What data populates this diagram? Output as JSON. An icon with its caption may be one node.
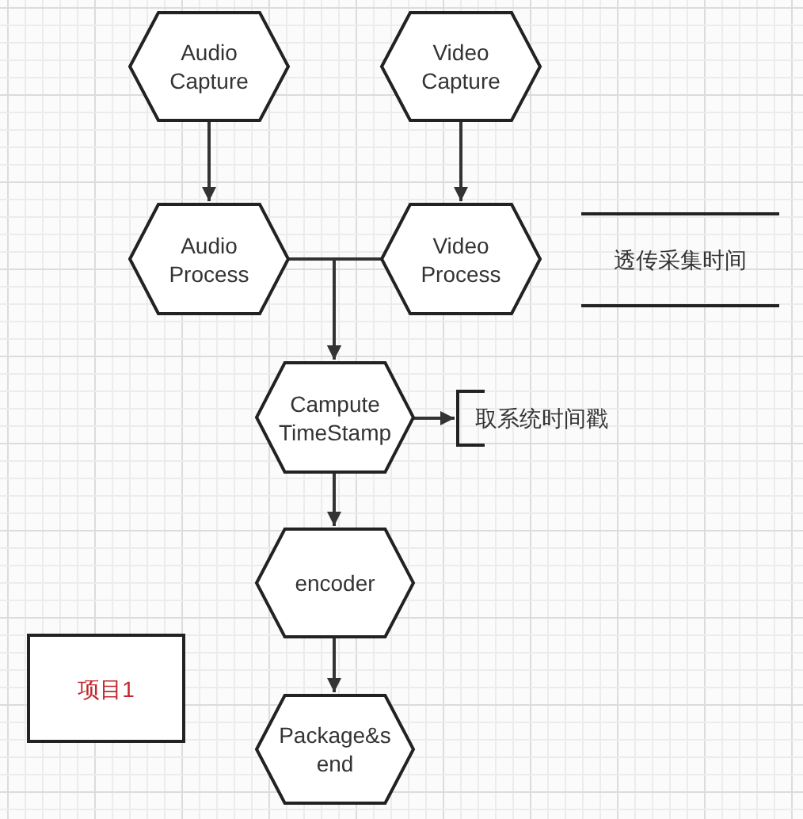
{
  "diagram": {
    "nodes": [
      {
        "text": [
          "Audio Capture"
        ]
      },
      {
        "text": [
          "Video Capture"
        ]
      },
      {
        "text": [
          "Audio Process"
        ]
      },
      {
        "text": [
          "Video Process"
        ]
      },
      {
        "text": [
          "Campute TimeStamp"
        ]
      },
      {
        "text": [
          "取系统时间戳"
        ]
      },
      {
        "text": [
          "encoder"
        ]
      },
      {
        "text": [
          "Package&send"
        ]
      },
      {
        "text": [
          "透传采集时间"
        ]
      },
      {
        "text": [
          "项目1"
        ]
      }
    ],
    "edges": [
      {
        "from": 0,
        "to": 2,
        "arrow": "to"
      },
      {
        "from": 1,
        "to": 3,
        "arrow": "to"
      },
      {
        "from": 2,
        "to": 4,
        "arrow": "to"
      },
      {
        "from": 3,
        "to": 4,
        "arrow": "to"
      },
      {
        "from": 4,
        "to": 5,
        "arrow": "to"
      },
      {
        "from": 4,
        "to": 6,
        "arrow": "to"
      },
      {
        "from": 6,
        "to": 7,
        "arrow": "to"
      }
    ]
  }
}
